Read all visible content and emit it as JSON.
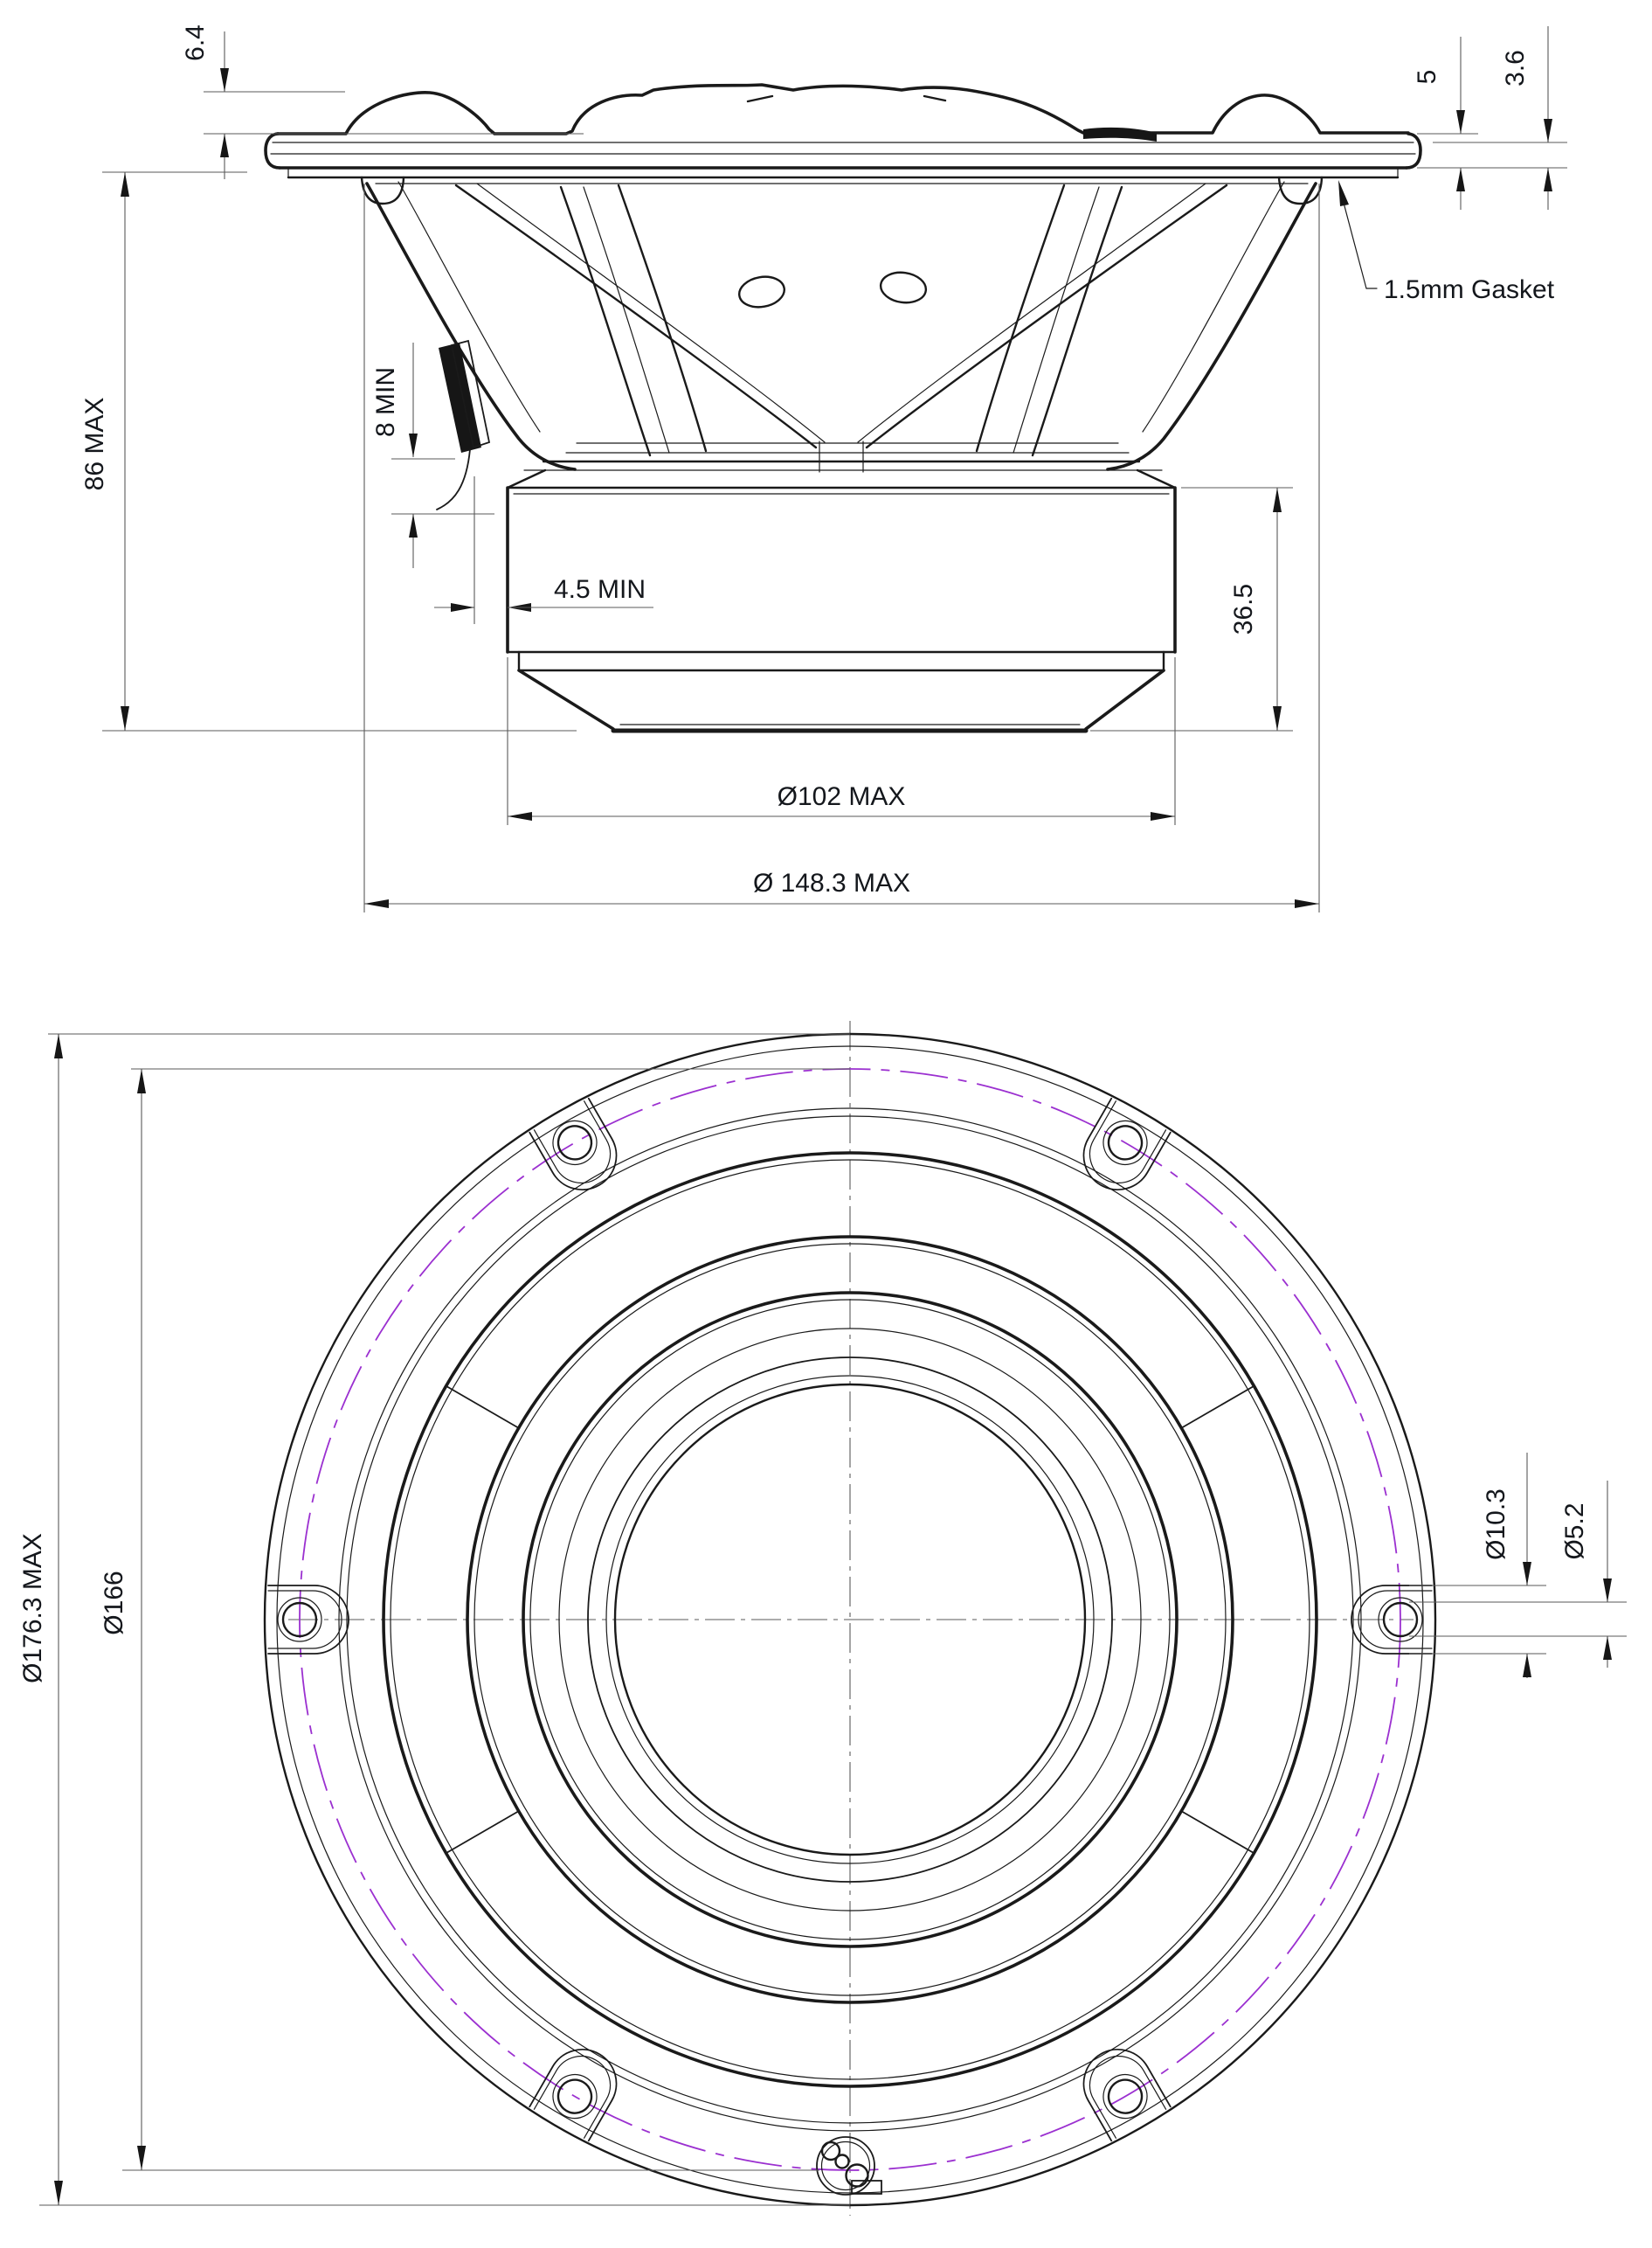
{
  "drawing": {
    "type": "loudspeaker-driver-dimensional-drawing",
    "side_view": {
      "dims": {
        "cone_protrusion": "6.4",
        "overall_height": "86 MAX",
        "terminal_clearance": "8 MIN",
        "magnet_clearance": "4.5 MIN",
        "motor_height": "36.5",
        "front_stack": "5",
        "flange_thickness": "3.6",
        "gasket_note": "1.5mm Gasket",
        "magnet_diameter": "Ø102 MAX",
        "frame_diameter": "Ø 148.3 MAX"
      }
    },
    "front_view": {
      "dims": {
        "overall_diameter": "Ø176.3 MAX",
        "bolt_circle_diameter": "Ø166",
        "pad_diameter": "Ø10.3",
        "screw_hole_diameter": "Ø5.2"
      },
      "mounting_holes": 6
    },
    "colors": {
      "line": "#1a1a1a",
      "dimension": "#5a5a5a",
      "bolt_circle": "#9b30d0"
    }
  }
}
